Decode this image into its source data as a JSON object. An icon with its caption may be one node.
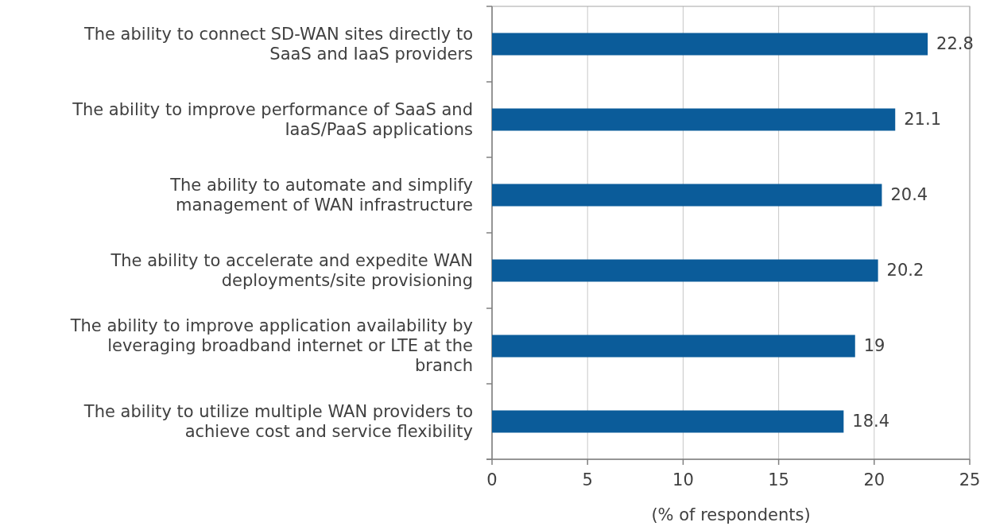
{
  "diagram": {
    "chart_data": {
      "type": "bar",
      "orientation": "horizontal",
      "xlabel": "(% of respondents)",
      "categories": [
        "The ability to connect SD-WAN sites directly to SaaS and IaaS providers",
        "The ability to improve performance of SaaS and IaaS/PaaS applications",
        "The ability to automate and simplify management of WAN infrastructure",
        "The ability to accelerate and expedite WAN deployments/site provisioning",
        "The ability to improve application availability by leveraging broadband internet or LTE at the branch",
        "The ability to utilize multiple WAN providers to achieve cost and service flexibility"
      ],
      "series": [
        {
          "color": "#0b5c9a",
          "values": [
            22.8,
            21.1,
            20.4,
            20.2,
            19,
            18.4
          ]
        }
      ],
      "xlim": [
        0,
        25
      ],
      "xticks": [
        0,
        5,
        10,
        15,
        20,
        25
      ],
      "data_labels": true,
      "grid": true
    }
  }
}
